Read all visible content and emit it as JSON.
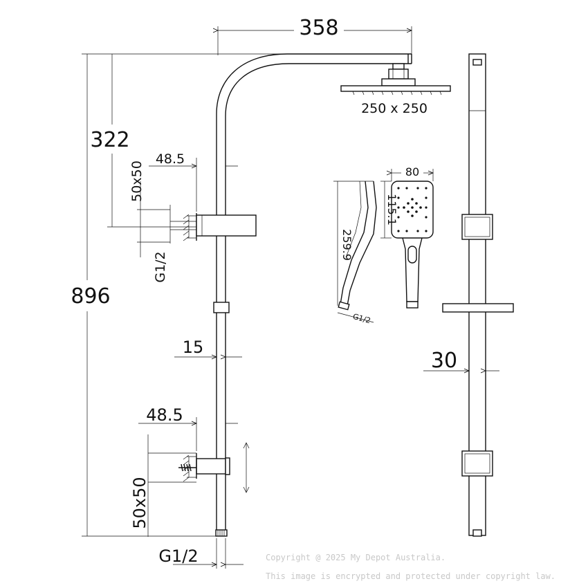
{
  "dimensions": {
    "arm_length": "358",
    "total_height": "896",
    "arm_height": "322",
    "shower_head": "250 x 250",
    "top_bracket_offset": "48.5",
    "top_bracket_plate": "50x50",
    "top_inlet": "G1/2",
    "handset_width": "80",
    "handset_head_length": "115.1",
    "handset_length": "259.9",
    "handset_inlet": "G1/2",
    "rail_diameter": "15",
    "bottom_bracket_offset": "48.5",
    "bottom_bracket_plate": "50x50",
    "bottom_inlet": "G1/2",
    "side_rail_width": "30"
  },
  "watermark": {
    "line1": "Copyright @ 2025 My Depot Australia.",
    "line2": "This image is encrypted and protected under copyright law."
  }
}
